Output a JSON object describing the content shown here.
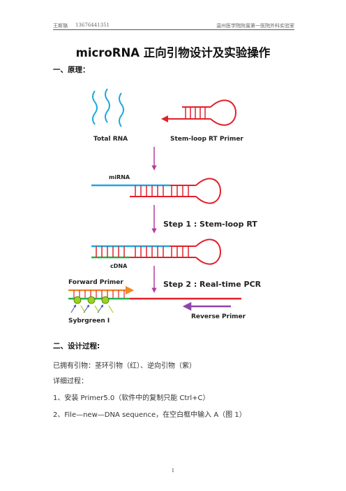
{
  "header": {
    "author": "王斯璐",
    "phone": "13676441351",
    "org": "温州医学院附属第一医院外科实验室"
  },
  "title": "microRNA 正向引物设计及实验操作",
  "sections": {
    "principle": "一、原理：",
    "design": "二、设计过程:"
  },
  "figure": {
    "labels": {
      "total_rna": "Total RNA",
      "stem_loop_primer": "Stem-loop RT Primer",
      "mirna": "miRNA",
      "step1": "Step 1 : Stem-loop RT",
      "cdna": "cDNA",
      "forward_primer": "Forward Primer",
      "step2": "Step 2 : Real-time PCR",
      "reverse_primer": "Reverse Primer",
      "sybr": "Sybrgreen  I"
    },
    "colors": {
      "mirna": "#1ea7e1",
      "primer": "#e1202a",
      "arrow": "#b43aa0",
      "cdna": "#22b14c",
      "forward": "#f08a24",
      "reverse": "#8e44ad",
      "dye": "#9bd21e",
      "dye_arrow": "#3d4fbf"
    }
  },
  "paragraphs": {
    "p1": "已拥有引物：茎环引物（红）、逆向引物（紫）",
    "p2": "详细过程：",
    "p3": "1、安装 Primer5.0（软件中的复制只能 Ctrl+C）",
    "p4": "2、File—new—DNA sequence，在空白框中输入 A（图 1）"
  },
  "page_number": "1"
}
